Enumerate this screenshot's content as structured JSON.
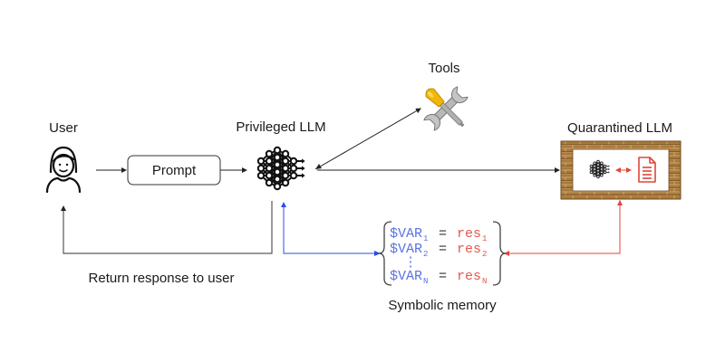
{
  "title": "Dual LLM pattern with quarantined LLM and symbolic memory",
  "nodes": {
    "user": {
      "label": "User",
      "icon": "user-icon"
    },
    "prompt": {
      "label": "Prompt"
    },
    "privileged_llm": {
      "label": "Privileged LLM",
      "icon": "neural-network-icon"
    },
    "tools": {
      "label": "Tools",
      "icon": "wrench-screwdriver-icon"
    },
    "quarantined_llm": {
      "label": "Quarantined LLM",
      "icons": [
        "neural-network-icon",
        "document-icon",
        "brick-wall-icon"
      ]
    },
    "symbolic_memory": {
      "label": "Symbolic memory",
      "entries": [
        {
          "var": "$VAR",
          "var_sub": "1",
          "eq": "=",
          "res": "res",
          "res_sub": "1"
        },
        {
          "var": "$VAR",
          "var_sub": "2",
          "eq": "=",
          "res": "res",
          "res_sub": "2"
        },
        {
          "var": "$VAR",
          "var_sub": "N",
          "eq": "=",
          "res": "res",
          "res_sub": "N"
        }
      ],
      "ellipsis": "⋮"
    }
  },
  "edges": [
    {
      "from": "user",
      "to": "prompt",
      "color": "#222222"
    },
    {
      "from": "prompt",
      "to": "privileged_llm",
      "color": "#222222"
    },
    {
      "from": "privileged_llm",
      "to": "tools",
      "color": "#222222",
      "bidirectional": true
    },
    {
      "from": "privileged_llm",
      "to": "quarantined_llm",
      "color": "#222222"
    },
    {
      "from": "privileged_llm",
      "to": "user",
      "color": "#222222",
      "label": "Return response to user"
    },
    {
      "from": "symbolic_memory",
      "to": "privileged_llm",
      "color": "#2b4de0"
    },
    {
      "from": "quarantined_llm",
      "to": "symbolic_memory",
      "color": "#e0453a"
    }
  ],
  "edge_labels": {
    "return": "Return response to user"
  },
  "colors": {
    "var_blue": "#5b72e0",
    "res_red": "#e8574a",
    "link_blue": "#2b4de0",
    "link_red": "#e0453a",
    "brick": "#a9783b",
    "brick_dark": "#7a5224",
    "doc_red": "#e0453a",
    "screwdriver_yellow": "#f2b705",
    "wrench_gray": "#a8a8a8"
  }
}
